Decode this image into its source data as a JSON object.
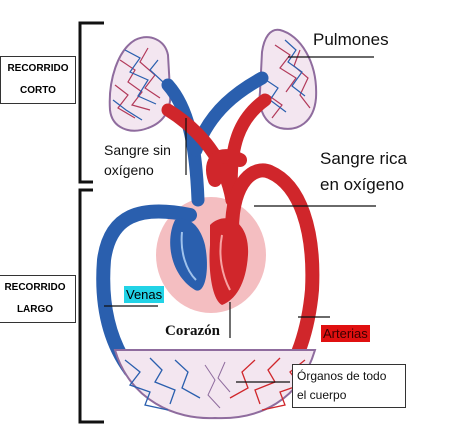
{
  "labels": {
    "short_route_line1": "RECORRIDO",
    "short_route_line2": "CORTO",
    "long_route_line1": "RECORRIDO",
    "long_route_line2": "LARGO",
    "lungs": "Pulmones",
    "deoxygenated_line1": "Sangre sin",
    "deoxygenated_line2": "oxígeno",
    "oxygenated_line1": "Sangre rica",
    "oxygenated_line2": "en oxígeno",
    "veins": "Venas",
    "heart": "Corazón",
    "arteries": "Arterias",
    "organs_line1": "Órganos de todo",
    "organs_line2": "el cuerpo"
  },
  "colors": {
    "vein_blue": "#2a5fae",
    "artery_red": "#d0262b",
    "veins_highlight": "#22d3e6",
    "arteries_highlight": "#e01010",
    "heart_halo": "#f2b3b6",
    "capillary_purple": "#8f6c9e"
  }
}
